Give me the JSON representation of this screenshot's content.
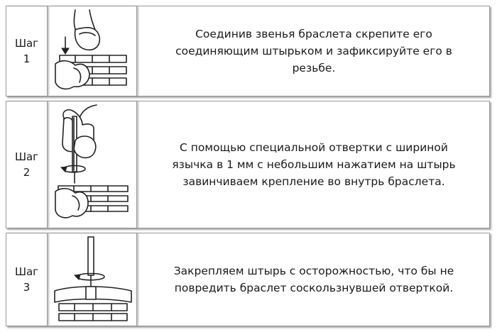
{
  "steps": [
    {
      "label_word": "Шаг",
      "label_number": "1",
      "text_lines": [
        "Соединив звенья браслета скрепите его",
        "соединяющим штырьком и зафиксируйте его в",
        "резьбе."
      ],
      "illustration_icon": "hand-inserting-pin-icon"
    },
    {
      "label_word": "Шаг",
      "label_number": "2",
      "text_lines": [
        "С помощью специальной отвертки с шириной",
        "язычка в 1 мм с небольшим нажатием на штырь",
        "завинчиваем крепление во внутрь браслета."
      ],
      "illustration_icon": "hand-screwdriver-icon"
    },
    {
      "label_word": "Шаг",
      "label_number": "3",
      "text_lines": [
        "Закрепляем штырь с осторожностью, что бы не",
        "повредить браслет соскользнувшей отверткой."
      ],
      "illustration_icon": "screwdriver-bracelet-icon"
    }
  ]
}
